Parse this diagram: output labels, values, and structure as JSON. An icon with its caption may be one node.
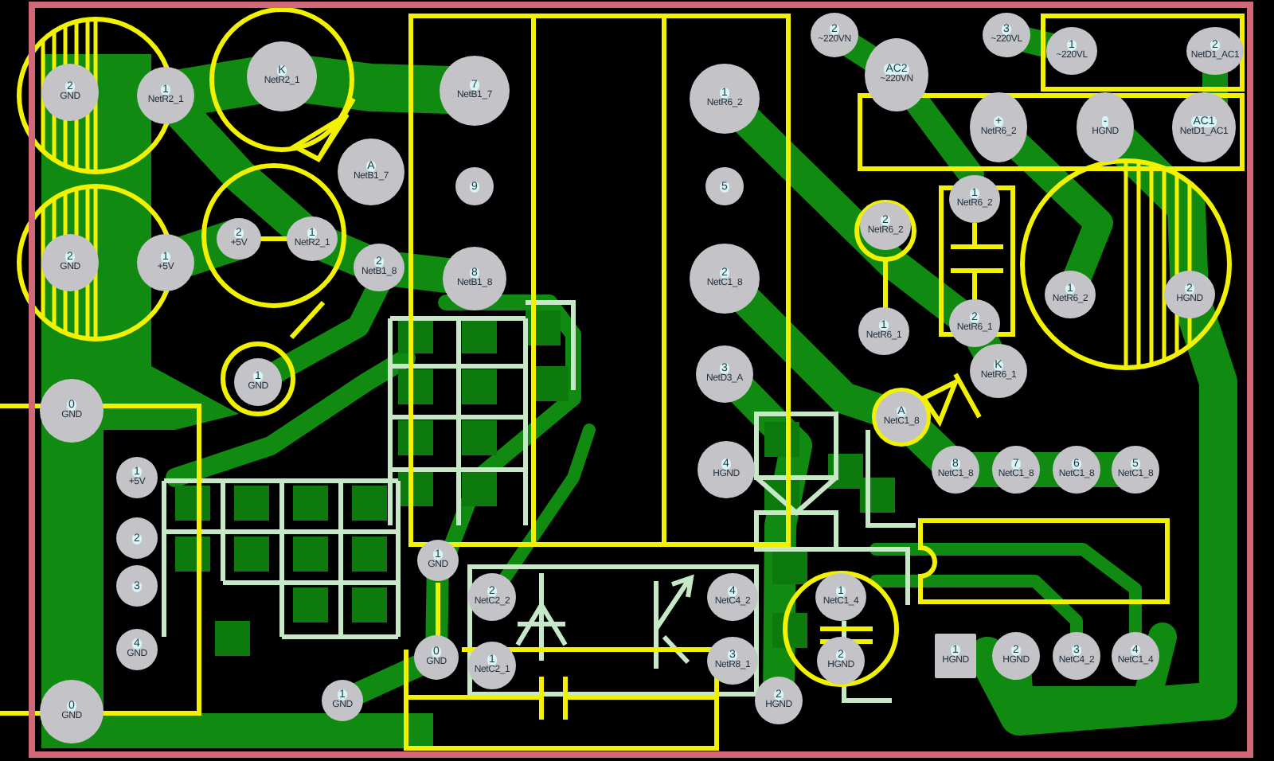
{
  "diagram": {
    "nodes": [
      {
        "text": [
          "2",
          "GND"
        ]
      },
      {
        "text": [
          "1",
          "NetR2_1"
        ]
      },
      {
        "text": [
          "K",
          "NetR2_1"
        ]
      },
      {
        "text": [
          "A",
          "NetB1_7"
        ]
      },
      {
        "text": [
          "2",
          "+5V"
        ]
      },
      {
        "text": [
          "1",
          "NetR2_1"
        ]
      },
      {
        "text": [
          "2",
          "GND"
        ]
      },
      {
        "text": [
          "1",
          "+5V"
        ]
      },
      {
        "text": [
          "2",
          "NetB1_8"
        ]
      },
      {
        "text": [
          "1",
          "GND"
        ]
      },
      {
        "text": [
          "7",
          "NetB1_7"
        ]
      },
      {
        "text": [
          "9"
        ]
      },
      {
        "text": [
          "8",
          "NetB1_8"
        ]
      },
      {
        "text": [
          "1",
          "NetR6_2"
        ]
      },
      {
        "text": [
          "5"
        ]
      },
      {
        "text": [
          "2",
          "NetC1_8"
        ]
      },
      {
        "text": [
          "3",
          "NetD3_A"
        ]
      },
      {
        "text": [
          "4",
          "HGND"
        ]
      },
      {
        "text": [
          "2",
          "~220VN"
        ]
      },
      {
        "text": [
          "AC2",
          "~220VN"
        ]
      },
      {
        "text": [
          "3",
          "~220VL"
        ]
      },
      {
        "text": [
          "1",
          "~220VL"
        ]
      },
      {
        "text": [
          "2",
          "NetD1_AC1"
        ]
      },
      {
        "text": [
          "+",
          "NetR6_2"
        ]
      },
      {
        "text": [
          "-",
          "HGND"
        ]
      },
      {
        "text": [
          "AC1",
          "NetD1_AC1"
        ]
      },
      {
        "text": [
          "2",
          "NetR6_2"
        ]
      },
      {
        "text": [
          "1",
          "NetR6_2"
        ]
      },
      {
        "text": [
          "1",
          "NetR6_2"
        ]
      },
      {
        "text": [
          "2",
          "HGND"
        ]
      },
      {
        "text": [
          "1",
          "NetR6_1"
        ]
      },
      {
        "text": [
          "2",
          "NetR6_1"
        ]
      },
      {
        "text": [
          "K",
          "NetR6_1"
        ]
      },
      {
        "text": [
          "A",
          "NetC1_8"
        ]
      },
      {
        "text": [
          "8",
          "NetC1_8"
        ]
      },
      {
        "text": [
          "7",
          "NetC1_8"
        ]
      },
      {
        "text": [
          "6",
          "NetC1_8"
        ]
      },
      {
        "text": [
          "5",
          "NetC1_8"
        ]
      },
      {
        "text": [
          "1",
          "HGND"
        ]
      },
      {
        "text": [
          "2",
          "HGND"
        ]
      },
      {
        "text": [
          "3",
          "NetC4_2"
        ]
      },
      {
        "text": [
          "4",
          "NetC1_4"
        ]
      },
      {
        "text": [
          "0",
          "GND"
        ]
      },
      {
        "text": [
          "1",
          "+5V"
        ]
      },
      {
        "text": [
          "2"
        ]
      },
      {
        "text": [
          "3"
        ]
      },
      {
        "text": [
          "4",
          "GND"
        ]
      },
      {
        "text": [
          "0",
          "GND"
        ]
      },
      {
        "text": [
          "1",
          "GND"
        ]
      },
      {
        "text": [
          "1",
          "GND"
        ]
      },
      {
        "text": [
          "0",
          "GND"
        ]
      },
      {
        "text": [
          "2",
          "NetC2_2"
        ]
      },
      {
        "text": [
          "1",
          "NetC2_1"
        ]
      },
      {
        "text": [
          "4",
          "NetC4_2"
        ]
      },
      {
        "text": [
          "3",
          "NetR8_1"
        ]
      },
      {
        "text": [
          "2",
          "HGND"
        ]
      },
      {
        "text": [
          "1",
          "NetC1_4"
        ]
      },
      {
        "text": [
          "2",
          "HGND"
        ]
      }
    ]
  }
}
